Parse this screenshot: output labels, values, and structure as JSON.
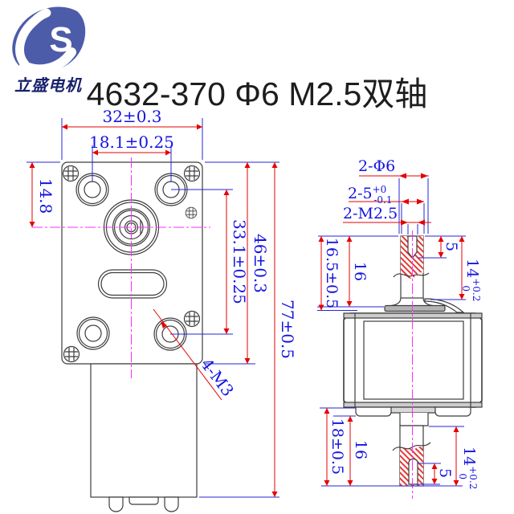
{
  "brand": {
    "name": "立盛电机",
    "logo_letter": "S"
  },
  "title": "4632-370 Φ6 M2.5双轴",
  "front_view": {
    "overall_width": "32±0.3",
    "hole_spacing_x": "18.1±0.25",
    "top_hole_offset": "14.8",
    "hole_spacing_y": "33.1±0.25",
    "gearbox_height": "46±0.3",
    "overall_height": "77±0.5",
    "mount_thread_label": "4-M3"
  },
  "side_view": {
    "shaft_dia_label": "2-Φ6",
    "shaft_flat_label": "2-5",
    "shaft_flat_tol_up": "+0",
    "shaft_flat_tol_dn": "-0.1",
    "shaft_thread_label": "2-M2.5",
    "top": {
      "shaft_len_outer": "16.5±0.5",
      "shaft_len": "16",
      "thread_depth": "5",
      "flat_len": "14",
      "flat_tol_up": "+0.2",
      "flat_tol_dn": "0"
    },
    "bottom": {
      "shaft_len_outer": "18±0.5",
      "shaft_len": "16",
      "thread_depth": "5",
      "flat_len": "14",
      "flat_tol_up": "+0.2",
      "flat_tol_dn": "0"
    }
  },
  "colors": {
    "dim_text": "#1414e0",
    "dim_line": "#e60000",
    "ext_line": "#2626d8",
    "centerline": "#ff2cff",
    "outline": "#3c3c3c",
    "hatch": "#e53935",
    "logo_blue": "#4d5ca9",
    "brand_text": "#18216b",
    "title_text": "#1d1d1d"
  }
}
